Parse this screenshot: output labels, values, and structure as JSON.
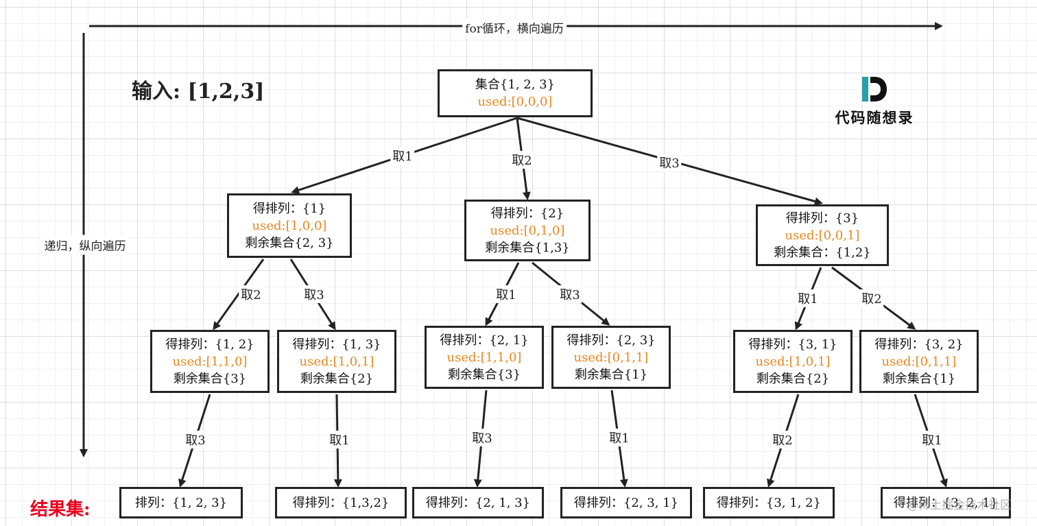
{
  "axes": {
    "horizontal": "for循环，横向遍历",
    "vertical": "递归，纵向遍历"
  },
  "input_label": "输入: [1,2,3]",
  "result_label": "结果集:",
  "logo": {
    "text": "代码随想录",
    "icon": "D-logo-icon"
  },
  "watermark": "@稀土掘金技术社区",
  "tree": {
    "root": {
      "lines": [
        "集合{1, 2, 3}"
      ],
      "used": "used:[0,0,0]"
    },
    "level1": [
      {
        "edge": "取1",
        "lines": [
          "得排列：{1}",
          "剩余集合{2, 3}"
        ],
        "used": "used:[1,0,0]"
      },
      {
        "edge": "取2",
        "lines": [
          "得排列：{2}",
          "剩余集合{1,3}"
        ],
        "used": "used:[0,1,0]"
      },
      {
        "edge": "取3",
        "lines": [
          "得排列：{3}",
          "剩余集合：{1,2}"
        ],
        "used": "used:[0,0,1]"
      }
    ],
    "level2": [
      {
        "edge": "取2",
        "lines": [
          "得排列：{1, 2}",
          "剩余集合{3}"
        ],
        "used": "used:[1,1,0]"
      },
      {
        "edge": "取3",
        "lines": [
          "得排列：{1, 3}",
          "剩余集合{2}"
        ],
        "used": "used:[1,0,1]"
      },
      {
        "edge": "取1",
        "lines": [
          "得排列：{2, 1}",
          "剩余集合{3}"
        ],
        "used": "used:[1,1,0]"
      },
      {
        "edge": "取3",
        "lines": [
          "得排列：{2, 3}",
          "剩余集合{1}"
        ],
        "used": "used:[0,1,1]"
      },
      {
        "edge": "取1",
        "lines": [
          "得排列：{3, 1}",
          "剩余集合{2}"
        ],
        "used": "used:[1,0,1]"
      },
      {
        "edge": "取2",
        "lines": [
          "得排列：{3, 2}",
          "剩余集合{1}"
        ],
        "used": "used:[0,1,1]"
      }
    ],
    "results": [
      {
        "edge": "取3",
        "text": "排列：{1, 2, 3}"
      },
      {
        "edge": "取1",
        "text": "得排列：{1,3,2}"
      },
      {
        "edge": "取3",
        "text": "得排列：{2, 1, 3}"
      },
      {
        "edge": "取1",
        "text": "得排列：{2, 3, 1}"
      },
      {
        "edge": "取2",
        "text": "得排列：{3, 1, 2}"
      },
      {
        "edge": "取1",
        "text": "得排列：{3, 2, 1}"
      }
    ]
  }
}
